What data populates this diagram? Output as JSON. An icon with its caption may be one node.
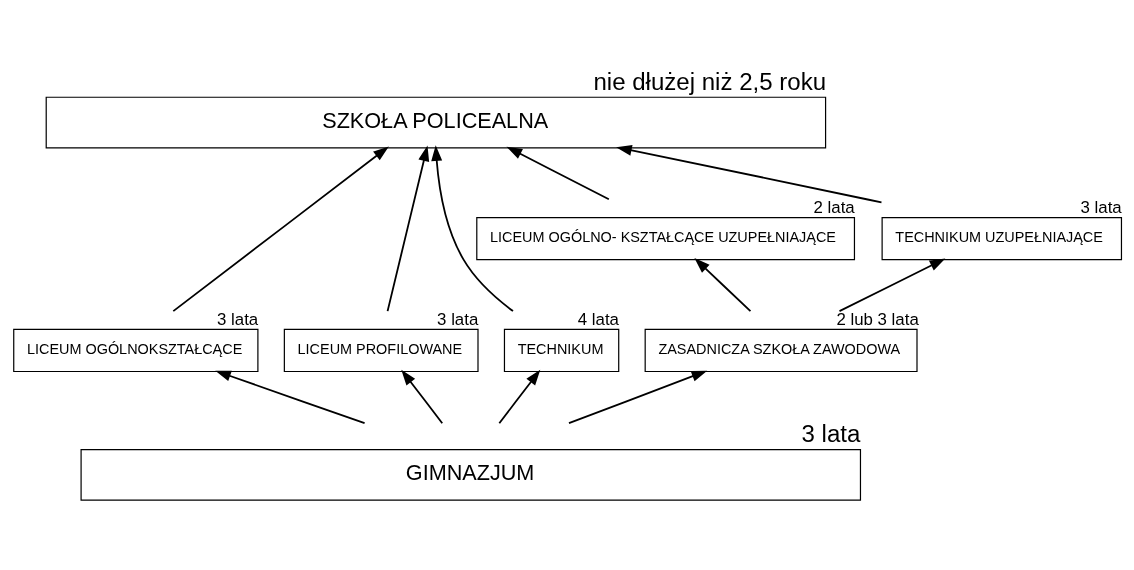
{
  "diagram": {
    "nodes": [
      {
        "text": [
          "SZKOŁA POLICEALNA"
        ],
        "beside": [
          "nie dłużej niż 2,5 roku"
        ]
      },
      {
        "text": [
          "LICEUM OGÓLNO- KSZTAŁCĄCE UZUPEŁNIAJĄCE"
        ],
        "beside": [
          "2 lata"
        ]
      },
      {
        "text": [
          "TECHNIKUM UZUPEŁNIAJĄCE"
        ],
        "beside": [
          "3 lata"
        ]
      },
      {
        "text": [
          "LICEUM OGÓLNOKSZTAŁCĄCE"
        ],
        "beside": [
          "3 lata"
        ]
      },
      {
        "text": [
          "LICEUM PROFILOWANE"
        ],
        "beside": [
          "3 lata"
        ]
      },
      {
        "text": [
          "TECHNIKUM"
        ],
        "beside": [
          "4 lata"
        ]
      },
      {
        "text": [
          "ZASADNICZA SZKOŁA ZAWODOWA"
        ],
        "beside": [
          "2 lub 3 lata"
        ]
      },
      {
        "text": [
          "GIMNAZJUM"
        ],
        "beside": [
          "3 lata"
        ]
      }
    ],
    "edges": [
      {
        "from": 7,
        "to": 3,
        "arrow": "to"
      },
      {
        "from": 7,
        "to": 4,
        "arrow": "to"
      },
      {
        "from": 7,
        "to": 5,
        "arrow": "to"
      },
      {
        "from": 7,
        "to": 6,
        "arrow": "to"
      },
      {
        "from": 3,
        "to": 0,
        "arrow": "to"
      },
      {
        "from": 4,
        "to": 0,
        "arrow": "to"
      },
      {
        "from": 5,
        "to": 0,
        "arrow": "to"
      },
      {
        "from": 6,
        "to": 1,
        "arrow": "to"
      },
      {
        "from": 6,
        "to": 2,
        "arrow": "to"
      },
      {
        "from": 1,
        "to": 0,
        "arrow": "to"
      },
      {
        "from": 2,
        "to": 0,
        "arrow": "to"
      }
    ]
  }
}
